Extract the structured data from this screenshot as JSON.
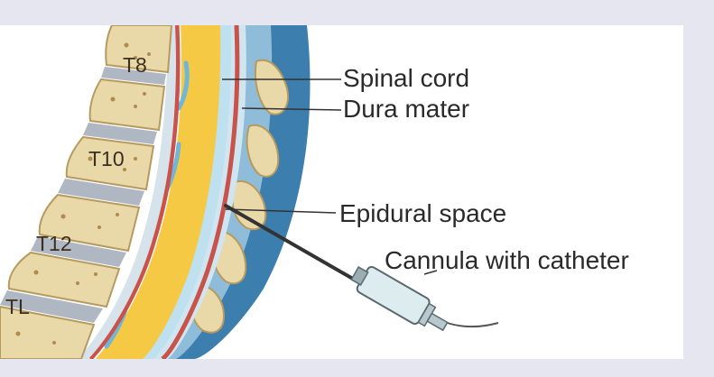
{
  "labels": {
    "spinal_cord": "Spinal cord",
    "dura_mater": "Dura mater",
    "epidural_space": "Epidural space",
    "cannula": "Cannula with catheter"
  },
  "vertebrae": {
    "t8": "T8",
    "t10": "T10",
    "t12": "T12",
    "tl": "TL"
  },
  "colors": {
    "page_background": "#e6e6f0",
    "panel_background": "#ffffff",
    "vertebra_body": "#e9d8a8",
    "disc": "#aeb7c2",
    "spinal_cord": "#f6c944",
    "dura_mater": "#c9524a",
    "csf": "#bfe0ee",
    "back_tissue": "#3c7fae"
  }
}
